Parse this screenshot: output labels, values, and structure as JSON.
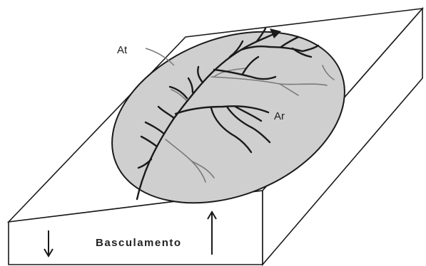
{
  "labels": {
    "total_area": "At",
    "right_area": "Ar",
    "tilting": "Basculamento"
  },
  "colors": {
    "stroke": "#1a1a1a",
    "basin_fill": "#cfcfcf",
    "main_channel": "#1a1a1a",
    "minor_channel": "#7a7a7a",
    "background": "#ffffff"
  }
}
